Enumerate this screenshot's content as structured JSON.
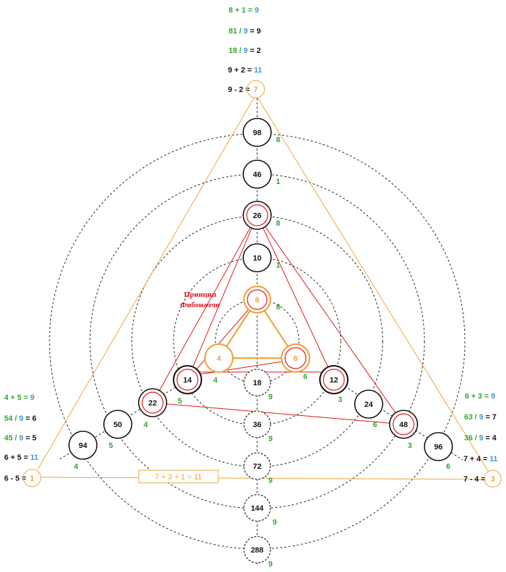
{
  "colors": {
    "green": "#2fa52f",
    "blue": "#3b97d8",
    "orange": "#f2a33a",
    "red": "#e01515",
    "black": "#111111"
  },
  "top_equations": [
    [
      "8 + 1 =",
      "9"
    ],
    [
      "81 /",
      "9",
      "= 9"
    ],
    [
      "18 /",
      "9",
      "= 2"
    ],
    [
      "9 + 2 =",
      "11"
    ],
    [
      "9 - 2 =",
      "7"
    ]
  ],
  "left_equations": [
    [
      "4 + 5 =",
      "9"
    ],
    [
      "54 /",
      "9",
      "= 6"
    ],
    [
      "45 /",
      "9",
      "= 5"
    ],
    [
      "6 + 5 =",
      "11"
    ],
    [
      "6 - 5 =",
      "1"
    ]
  ],
  "right_equations": [
    [
      "6 + 3 =",
      "9"
    ],
    [
      "63 /",
      "9",
      "= 7"
    ],
    [
      "36 /",
      "9",
      "= 4"
    ],
    [
      "7 + 4 =",
      "11"
    ],
    [
      "7 - 4 =",
      "3"
    ]
  ],
  "sum_box": "7 + 3 + 1 = 11",
  "fibonacci_label": [
    "Принцип",
    "Фибоначчи"
  ],
  "nodes": [
    {
      "value": "98",
      "sum": "8"
    },
    {
      "value": "46",
      "sum": "1"
    },
    {
      "value": "26",
      "sum": "8"
    },
    {
      "value": "10",
      "sum": "1"
    },
    {
      "value": "8",
      "sum": "8"
    },
    {
      "value": "4",
      "sum": "4"
    },
    {
      "value": "6",
      "sum": "6"
    },
    {
      "value": "14",
      "sum": "5"
    },
    {
      "value": "12",
      "sum": "3"
    },
    {
      "value": "22",
      "sum": "4"
    },
    {
      "value": "24",
      "sum": "6"
    },
    {
      "value": "50",
      "sum": "5"
    },
    {
      "value": "48",
      "sum": "3"
    },
    {
      "value": "94",
      "sum": "4"
    },
    {
      "value": "96",
      "sum": "6"
    },
    {
      "value": "18",
      "sum": "9"
    },
    {
      "value": "36",
      "sum": "9"
    },
    {
      "value": "72",
      "sum": "9"
    },
    {
      "value": "144",
      "sum": "9"
    },
    {
      "value": "288",
      "sum": "9"
    }
  ]
}
